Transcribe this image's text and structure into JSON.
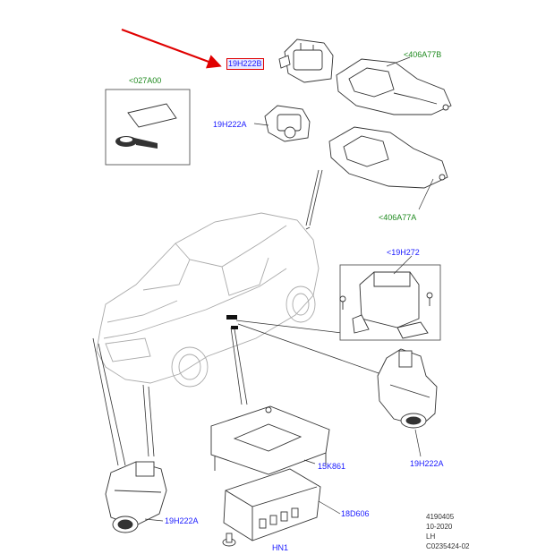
{
  "callouts": {
    "c1": "19H222B",
    "c2": "<406A77B",
    "c3": "<027A00",
    "c4": "19H222A",
    "c5": "<406A77A",
    "c6": "<19H272",
    "c7": "19H222A",
    "c8": "15K861",
    "c9": "18D606",
    "c10": "19H222A",
    "c11": "HN1"
  },
  "footer": {
    "line1": "4190405",
    "line2": "10-2020",
    "line3": "LH",
    "line4": "C0235424-02"
  },
  "colors": {
    "highlight": "#e00000",
    "part_number": "#1a1aff",
    "group_ref": "#1f8a1f"
  }
}
